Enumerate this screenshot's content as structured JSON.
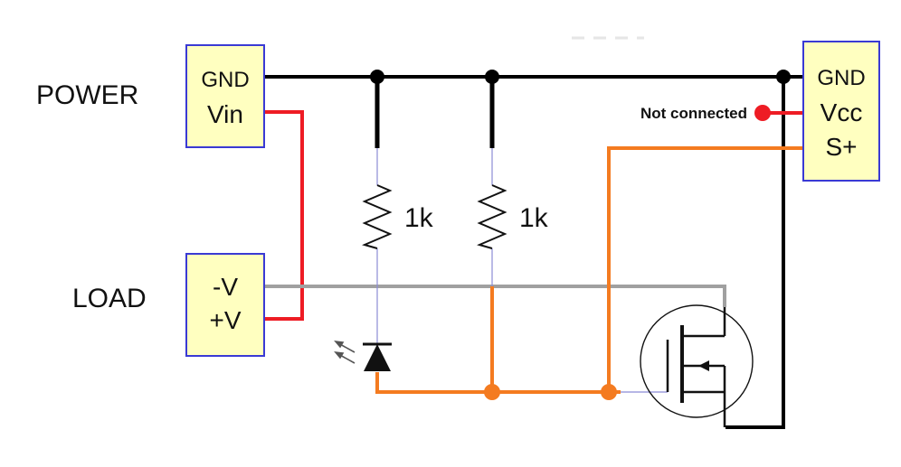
{
  "power_label": "POWER",
  "load_label": "LOAD",
  "power_connector": {
    "pin1": "GND",
    "pin2": "Vin"
  },
  "load_connector": {
    "pin1": "-V",
    "pin2": "+V"
  },
  "sensor_connector": {
    "pin1": "GND",
    "pin2": "Vcc",
    "pin3": "S+"
  },
  "resistors": [
    {
      "value": "1k"
    },
    {
      "value": "1k"
    }
  ],
  "not_connected_label": "Not connected",
  "colors": {
    "ground_wire": "#000000",
    "vin_wire": "#ee1c24",
    "signal_wire": "#f47b20",
    "load_wire": "#a0a0a0",
    "thin_wire": "#8b8bd6",
    "connector_fill": "#ffffc0",
    "connector_border": "#3a3ad4"
  }
}
